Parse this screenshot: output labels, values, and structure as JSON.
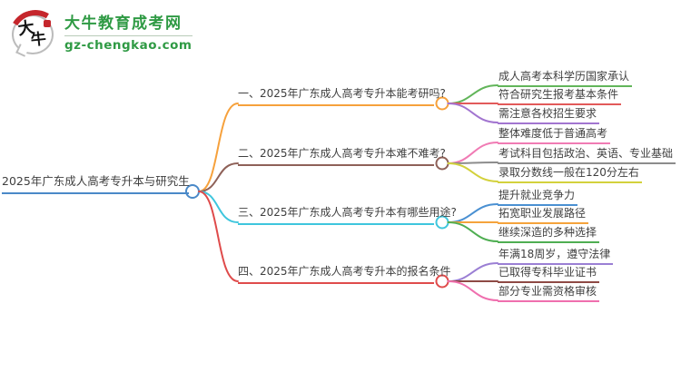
{
  "logo": {
    "title": "大牛教育成考网",
    "domain": "gz-chengkao.com",
    "mark": [
      "大",
      "牛"
    ],
    "brand_color": "#2f9a44",
    "seal_color": "#c5262c"
  },
  "root": {
    "label": "2025年广东成人高考专升本与研究生",
    "color": "#4a89c8"
  },
  "branches": [
    {
      "label": "一、2025年广东成人高考专升本能考研吗?",
      "color": "#f6a13c",
      "children": [
        {
          "label": "成人高考本科学历国家承认",
          "color": "#62b55a"
        },
        {
          "label": "符合研究生报考基本条件",
          "color": "#e25a5a"
        },
        {
          "label": "需注意各校招生要求",
          "color": "#a275d0"
        }
      ]
    },
    {
      "label": "二、2025年广东成人高考专升本难不难考?",
      "color": "#8e6158",
      "children": [
        {
          "label": "整体难度低于普通高考",
          "color": "#f07bb4"
        },
        {
          "label": "考试科目包括政治、英语、专业基础",
          "color": "#8c8c8c"
        },
        {
          "label": "录取分数线一般在120分左右",
          "color": "#d3d13c"
        }
      ]
    },
    {
      "label": "三、2025年广东成人高考专升本有哪些用途?",
      "color": "#3ec6dd",
      "children": [
        {
          "label": "提升就业竞争力",
          "color": "#4a90d2"
        },
        {
          "label": "拓宽职业发展路径",
          "color": "#f5a33c"
        },
        {
          "label": "继续深造的多种选择",
          "color": "#4fae52"
        }
      ]
    },
    {
      "label": "四、2025年广东成人高考专升本的报名条件",
      "color": "#df4b4b",
      "children": [
        {
          "label": "年满18周岁，遵守法律",
          "color": "#9b7fd4"
        },
        {
          "label": "已取得专科毕业证书",
          "color": "#8e4a45"
        },
        {
          "label": "部分专业需资格审核",
          "color": "#ef6fae"
        }
      ]
    }
  ]
}
